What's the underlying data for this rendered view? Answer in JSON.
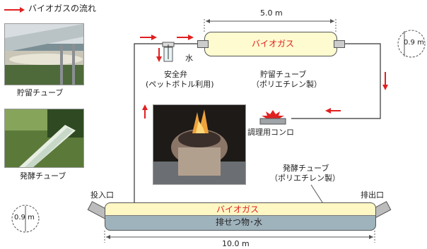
{
  "legend": {
    "label": "バイオガスの流れ",
    "color": "#e02020"
  },
  "photos": {
    "storage": {
      "caption": "貯留チューブ"
    },
    "fermentation": {
      "caption": "発酵チューブ"
    }
  },
  "storage_tube": {
    "gas_label": "バイオガス",
    "length": "5.0 m",
    "diameter": "0.9 m",
    "caption_line1": "貯留チューブ",
    "caption_line2": "（ポリエチレン製）"
  },
  "valve": {
    "water_label": "水",
    "caption_line1": "安全弁",
    "caption_line2": "(ペットボトル利用)"
  },
  "stove": {
    "caption": "調理用コンロ"
  },
  "fermentation_tube": {
    "gas_label": "バイオガス",
    "waste_label": "排せつ物･水",
    "length": "10.0 m",
    "diameter": "0.9 m",
    "caption_line1": "発酵チューブ",
    "caption_line2": "（ポリエチレン製）",
    "inlet": "投入口",
    "outlet": "排出口"
  },
  "colors": {
    "arrow": "#e02020",
    "gas_text": "#e02020",
    "gas_fill": "#fffbd0",
    "waste_fill": "#9fb3bd"
  }
}
